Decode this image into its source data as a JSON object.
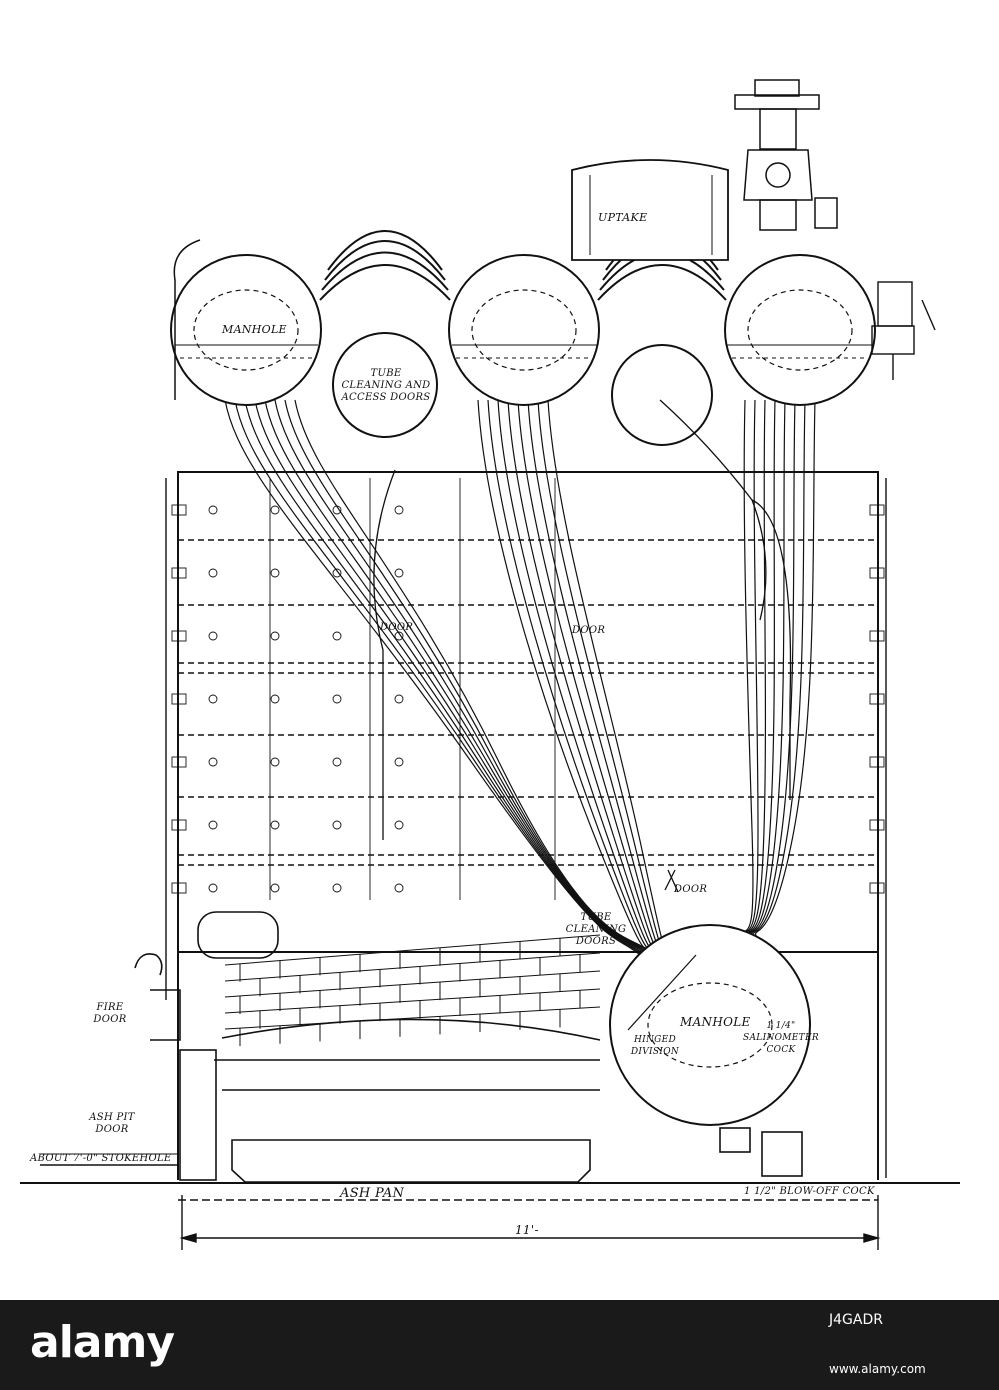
{
  "diagram": {
    "labels": {
      "manhole_top": "MANHOLE",
      "tube_cleaning_access_doors": "TUBE CLEANING AND ACCESS DOORS",
      "uptake": "UPTAKE",
      "door_left": "DOOR",
      "door_mid": "DOOR",
      "door_lower": "DOOR",
      "tube_cleaning_doors": "TUBE CLEANING DOORS",
      "manhole_bottom": "MANHOLE",
      "hinged_division": "HINGED DIVISION",
      "salinometer_cock": "1 1/4\" SALINOMETER COCK",
      "fire_door": "FIRE DOOR",
      "ash_pit_door": "ASH PIT DOOR",
      "stokehole": "ABOUT 7'-0\" STOKEHOLE",
      "ash_pan": "ASH PAN",
      "blow_off_cock": "1 1/2\" BLOW-OFF COCK",
      "dimension": "11'-"
    }
  },
  "footer": {
    "brand": "alamy",
    "image_id": "J4GADR",
    "site": "www.alamy.com"
  },
  "colors": {
    "ink": "#111111",
    "paper": "#ffffff",
    "footer_bg": "#1a1a1a",
    "footer_text": "#ffffff"
  }
}
